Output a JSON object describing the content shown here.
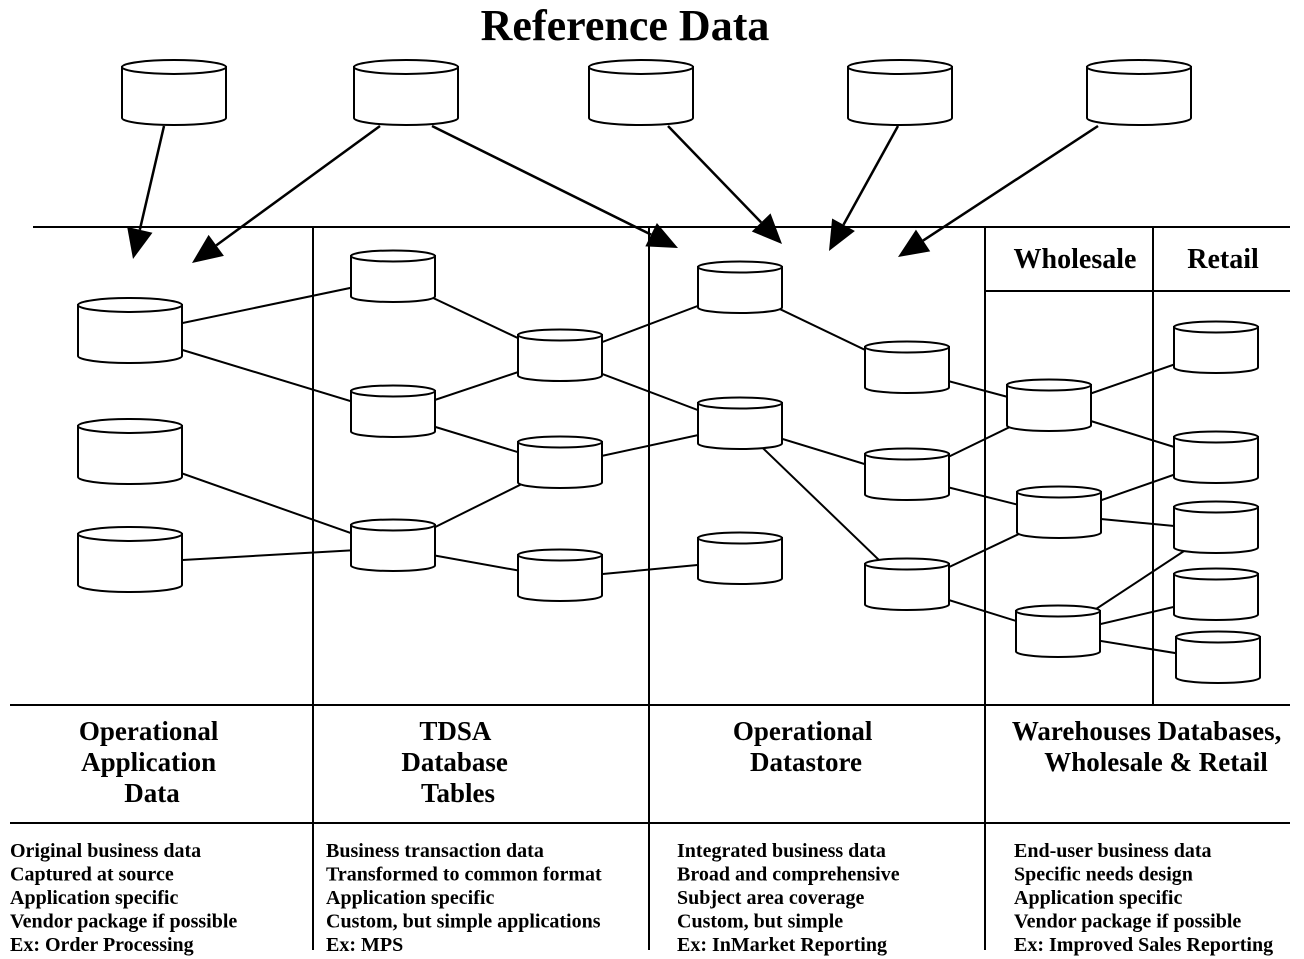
{
  "title": "Reference Data",
  "top_headers": {
    "wholesale": "Wholesale",
    "retail": "Retail"
  },
  "columns": [
    {
      "name_lines": [
        "Operational",
        "Application",
        "Data"
      ],
      "bullets": [
        "Original business data",
        "Captured at source",
        "Application specific",
        "Vendor package if possible",
        "Ex: Order Processing"
      ]
    },
    {
      "name_lines": [
        "TDSA",
        "Database",
        "Tables"
      ],
      "bullets": [
        "Business transaction data",
        "Transformed to common format",
        "Application specific",
        "Custom, but simple applications",
        "Ex: MPS"
      ]
    },
    {
      "name_lines": [
        "Operational",
        "Datastore"
      ],
      "bullets": [
        "Integrated business data",
        "Broad and comprehensive",
        "Subject area coverage",
        "Custom, but simple",
        "Ex: InMarket Reporting"
      ]
    },
    {
      "name_lines": [
        "Warehouses Databases,",
        "Wholesale & Retail"
      ],
      "bullets": [
        "End-user business data",
        "Specific needs design",
        "Application specific",
        "Vendor package if possible",
        "Ex: Improved Sales Reporting"
      ]
    }
  ]
}
